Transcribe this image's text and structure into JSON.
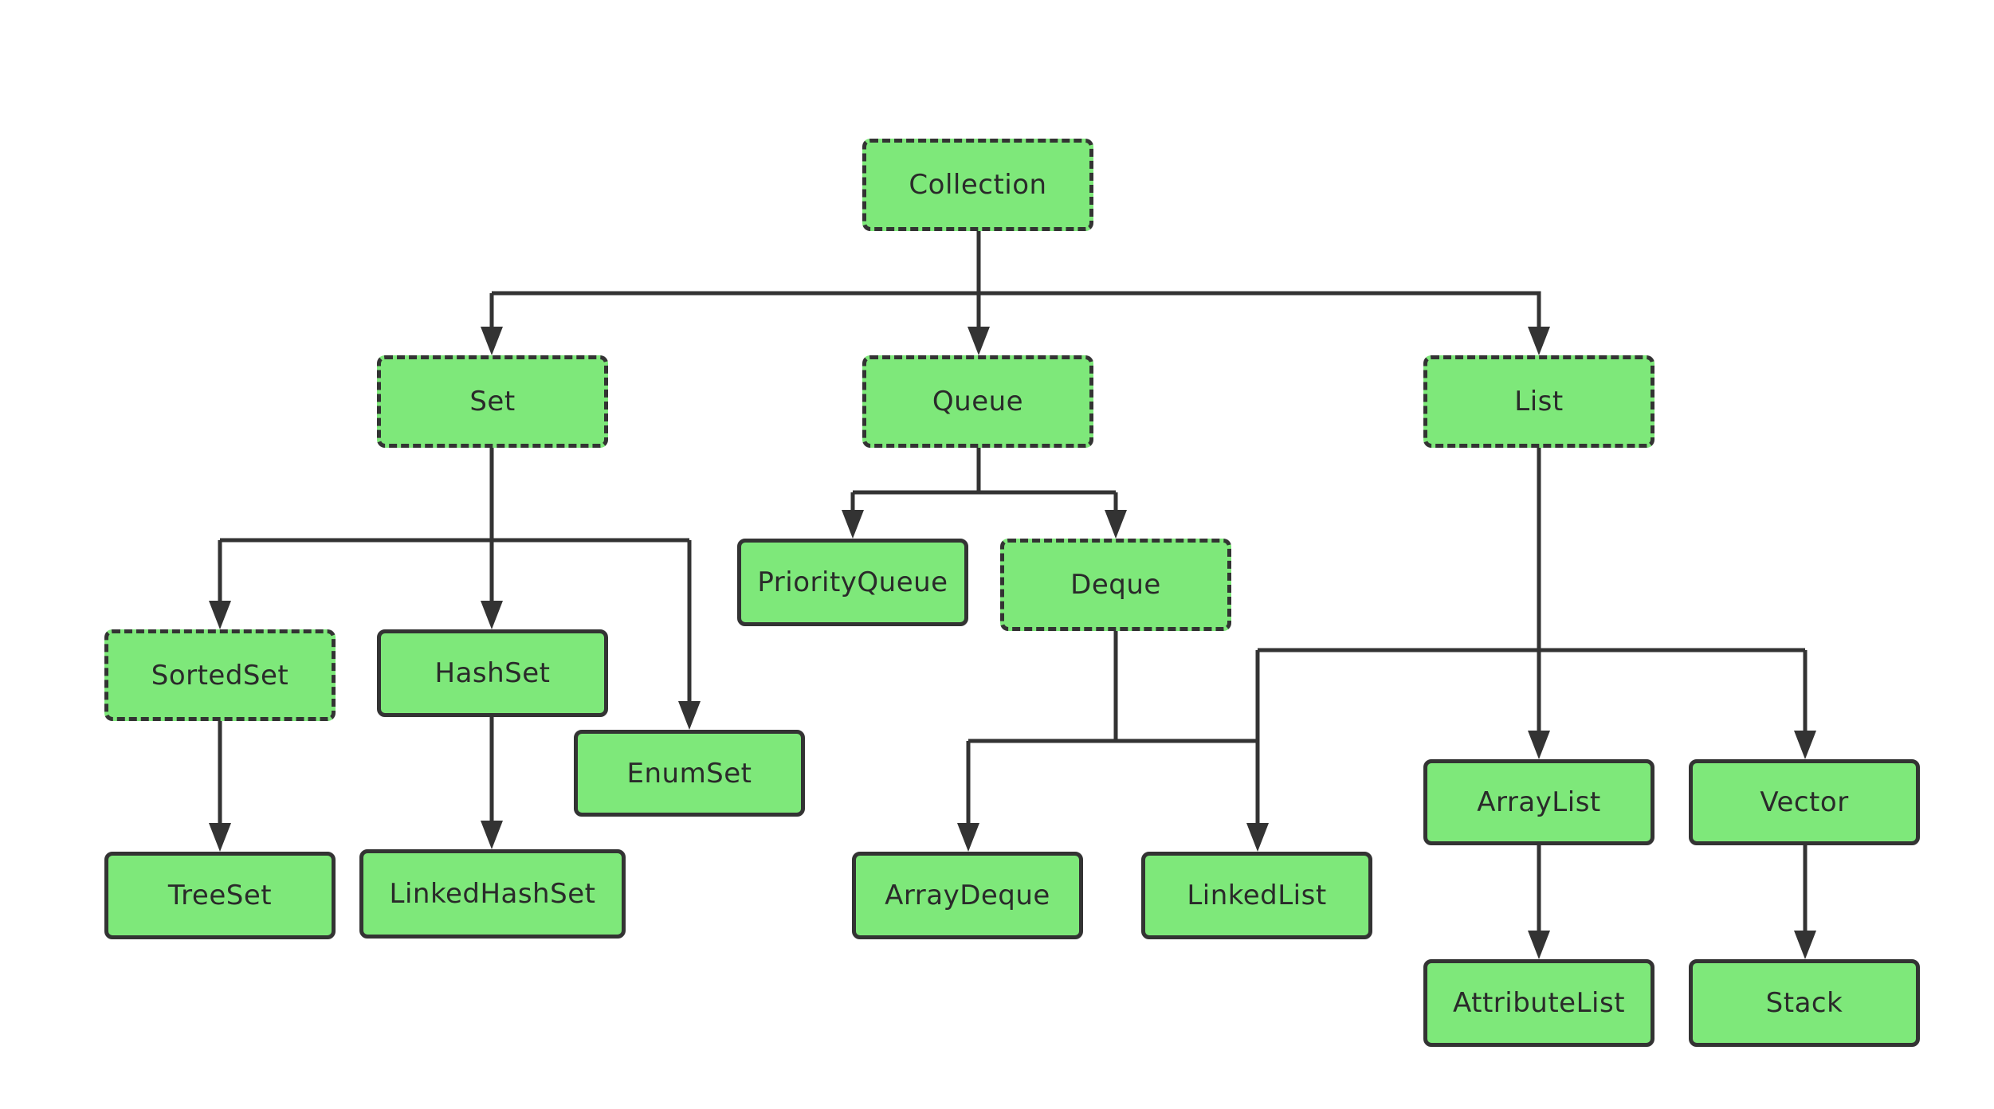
{
  "node_fill": "#7ee87a",
  "line_color": "#333333",
  "legend_note": "",
  "nodes": {
    "collection": {
      "label": "Collection",
      "kind": "interface"
    },
    "set": {
      "label": "Set",
      "kind": "interface"
    },
    "queue": {
      "label": "Queue",
      "kind": "interface"
    },
    "list": {
      "label": "List",
      "kind": "interface"
    },
    "sortedset": {
      "label": "SortedSet",
      "kind": "interface"
    },
    "hashset": {
      "label": "HashSet",
      "kind": "class"
    },
    "enumset": {
      "label": "EnumSet",
      "kind": "class"
    },
    "treeset": {
      "label": "TreeSet",
      "kind": "class"
    },
    "linkedhashset": {
      "label": "LinkedHashSet",
      "kind": "class"
    },
    "priorityqueue": {
      "label": "PriorityQueue",
      "kind": "class"
    },
    "deque": {
      "label": "Deque",
      "kind": "interface"
    },
    "arraydeque": {
      "label": "ArrayDeque",
      "kind": "class"
    },
    "linkedlist": {
      "label": "LinkedList",
      "kind": "class"
    },
    "arraylist": {
      "label": "ArrayList",
      "kind": "class"
    },
    "vector": {
      "label": "Vector",
      "kind": "class"
    },
    "attributelist": {
      "label": "AttributeList",
      "kind": "class"
    },
    "stack": {
      "label": "Stack",
      "kind": "class"
    }
  },
  "edges": [
    {
      "from": "collection",
      "to": "set"
    },
    {
      "from": "collection",
      "to": "queue"
    },
    {
      "from": "collection",
      "to": "list"
    },
    {
      "from": "set",
      "to": "sortedset"
    },
    {
      "from": "set",
      "to": "hashset"
    },
    {
      "from": "set",
      "to": "enumset"
    },
    {
      "from": "sortedset",
      "to": "treeset"
    },
    {
      "from": "hashset",
      "to": "linkedhashset"
    },
    {
      "from": "queue",
      "to": "priorityqueue"
    },
    {
      "from": "queue",
      "to": "deque"
    },
    {
      "from": "deque",
      "to": "arraydeque"
    },
    {
      "from": "deque",
      "to": "linkedlist"
    },
    {
      "from": "list",
      "to": "linkedlist"
    },
    {
      "from": "list",
      "to": "arraylist"
    },
    {
      "from": "list",
      "to": "vector"
    },
    {
      "from": "arraylist",
      "to": "attributelist"
    },
    {
      "from": "vector",
      "to": "stack"
    }
  ]
}
